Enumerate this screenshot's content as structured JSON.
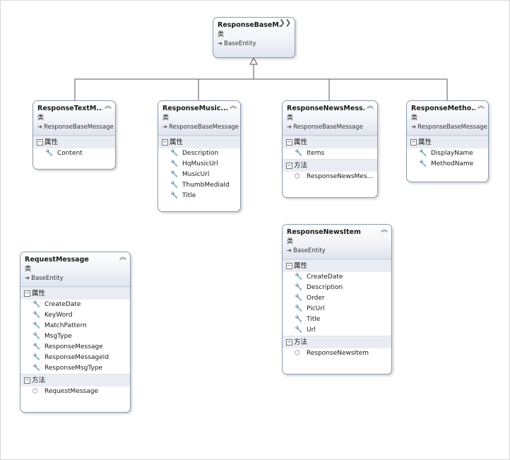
{
  "labels": {
    "kind": "类",
    "properties": "属性",
    "methods": "方法"
  },
  "classes": {
    "response_base": {
      "name": "ResponseBaseM...",
      "base": "BaseEntity"
    },
    "response_text": {
      "name": "ResponseTextM...",
      "base": "ResponseBaseMessage",
      "properties": [
        "Content"
      ]
    },
    "response_music": {
      "name": "ResponseMusic...",
      "base": "ResponseBaseMessage",
      "properties": [
        "Description",
        "HqMusicUrl",
        "MusicUrl",
        "ThumbMediaId",
        "Title"
      ]
    },
    "response_news": {
      "name": "ResponseNewsMess...",
      "base": "ResponseBaseMessage",
      "properties": [
        "Items"
      ],
      "methods": [
        "ResponseNewsMes..."
      ]
    },
    "response_method": {
      "name": "ResponseMetho...",
      "base": "ResponseBaseMessage",
      "properties": [
        "DisplayName",
        "MethodName"
      ]
    },
    "response_news_item": {
      "name": "ResponseNewsItem",
      "base": "BaseEntity",
      "properties": [
        "CreateDate",
        "Description",
        "Order",
        "PicUrl",
        "Title",
        "Url"
      ],
      "methods": [
        "ResponseNewsItem"
      ]
    },
    "request_message": {
      "name": "RequestMessage",
      "base": "BaseEntity",
      "properties": [
        "CreateDate",
        "KeyWord",
        "MatchPattern",
        "MsgType",
        "ResponseMessage",
        "ResponseMessageId",
        "ResponseMsgType"
      ],
      "methods": [
        "RequestMessage"
      ]
    }
  },
  "colors": {
    "border": "#8a9bb0",
    "header_bottom": "#dfe4ee",
    "section": "#e9edf3",
    "method_icon": "#8a49b8"
  }
}
